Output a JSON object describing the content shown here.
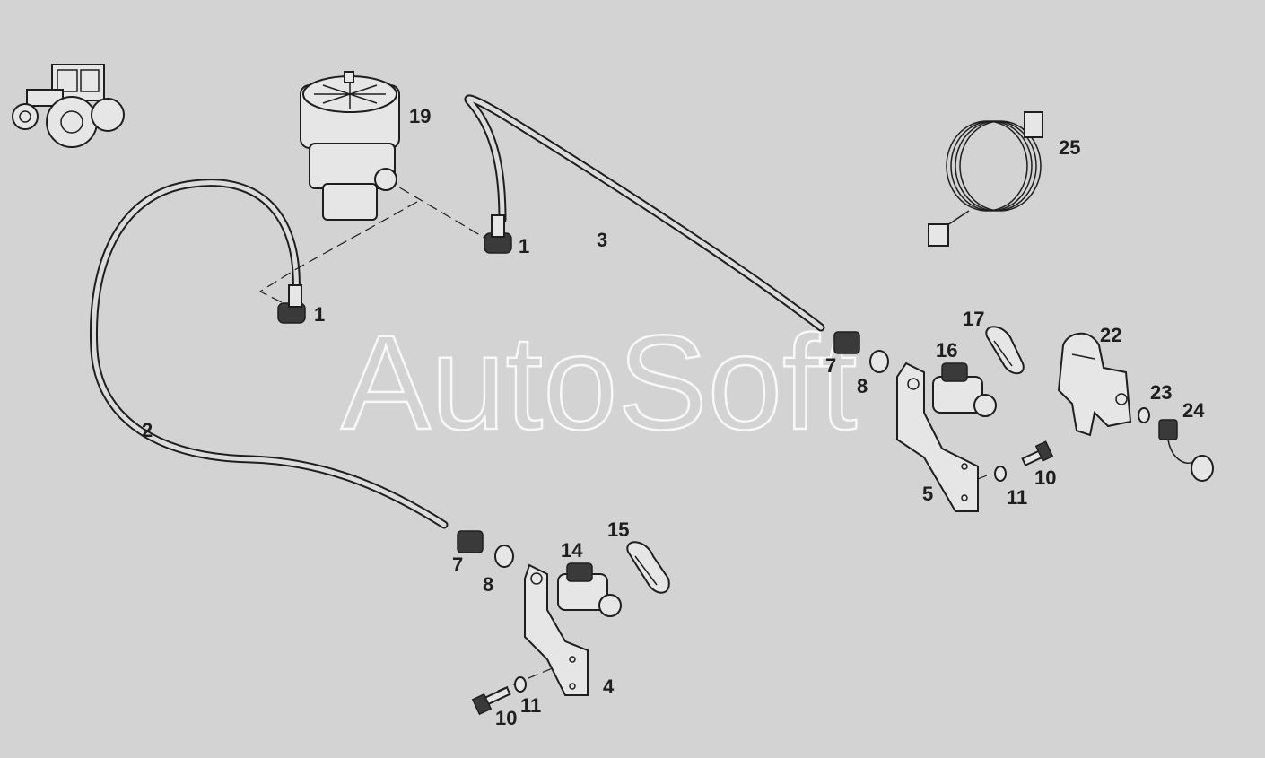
{
  "watermark": "AutoSoft",
  "callouts": [
    {
      "id": "c19",
      "text": "19"
    },
    {
      "id": "c1a",
      "text": "1"
    },
    {
      "id": "c1b",
      "text": "1"
    },
    {
      "id": "c3",
      "text": "3"
    },
    {
      "id": "c25",
      "text": "25"
    },
    {
      "id": "c2",
      "text": "2"
    },
    {
      "id": "c17",
      "text": "17"
    },
    {
      "id": "c16",
      "text": "16"
    },
    {
      "id": "c7a",
      "text": "7"
    },
    {
      "id": "c8a",
      "text": "8"
    },
    {
      "id": "c22",
      "text": "22"
    },
    {
      "id": "c23",
      "text": "23"
    },
    {
      "id": "c24",
      "text": "24"
    },
    {
      "id": "c10a",
      "text": "10"
    },
    {
      "id": "c11a",
      "text": "11"
    },
    {
      "id": "c5",
      "text": "5"
    },
    {
      "id": "c15",
      "text": "15"
    },
    {
      "id": "c14",
      "text": "14"
    },
    {
      "id": "c7b",
      "text": "7"
    },
    {
      "id": "c8b",
      "text": "8"
    },
    {
      "id": "c4",
      "text": "4"
    },
    {
      "id": "c11b",
      "text": "11"
    },
    {
      "id": "c10b",
      "text": "10"
    }
  ]
}
